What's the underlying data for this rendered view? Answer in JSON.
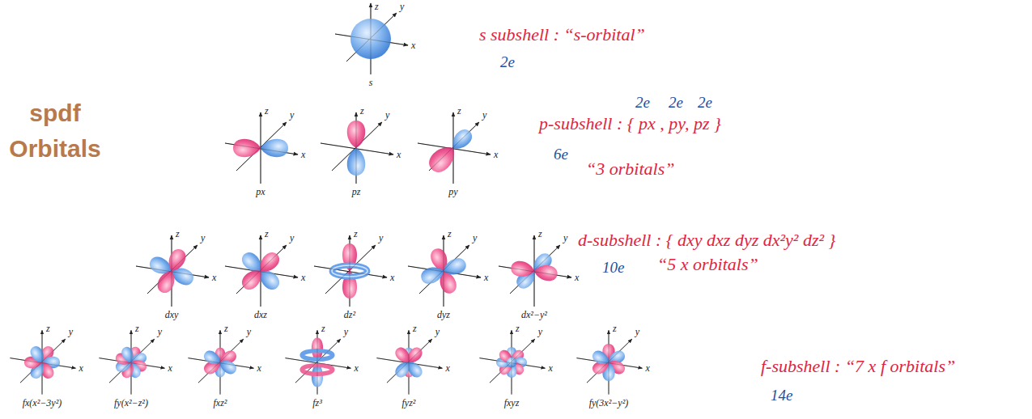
{
  "diagram": {
    "title": "spdf Orbitals",
    "labels": [
      "z",
      "y",
      "x",
      "s",
      "z",
      "y",
      "x",
      "px",
      "z",
      "y",
      "x",
      "pz",
      "z",
      "y",
      "x",
      "py",
      "z",
      "y",
      "x",
      "dxy",
      "z",
      "y",
      "x",
      "dxz",
      "z",
      "y",
      "x",
      "dz²",
      "z",
      "y",
      "x",
      "dyz",
      "z",
      "y",
      "x",
      "dx²−y²",
      "z",
      "y",
      "x",
      "fx(x²−3y²)",
      "z",
      "y",
      "x",
      "fy(x²−z²)",
      "z",
      "y",
      "x",
      "fxz²",
      "z",
      "y",
      "x",
      "fz³",
      "z",
      "y",
      "x",
      "fyz²",
      "z",
      "y",
      "x",
      "fxyz",
      "z",
      "y",
      "x",
      "fy(3x²−y²)",
      "s subshell : “s-orbital”",
      "2e",
      "2e",
      "2e",
      "2e",
      "p-subshell : { px , py, pz }",
      "6e",
      "“3 orbitals”",
      "d-subshell : { dxy dxz dyz dx²y² dz² }",
      "10e",
      "“5 x orbitals”",
      "f-subshell : “7 x f orbitals”",
      "14e"
    ]
  }
}
